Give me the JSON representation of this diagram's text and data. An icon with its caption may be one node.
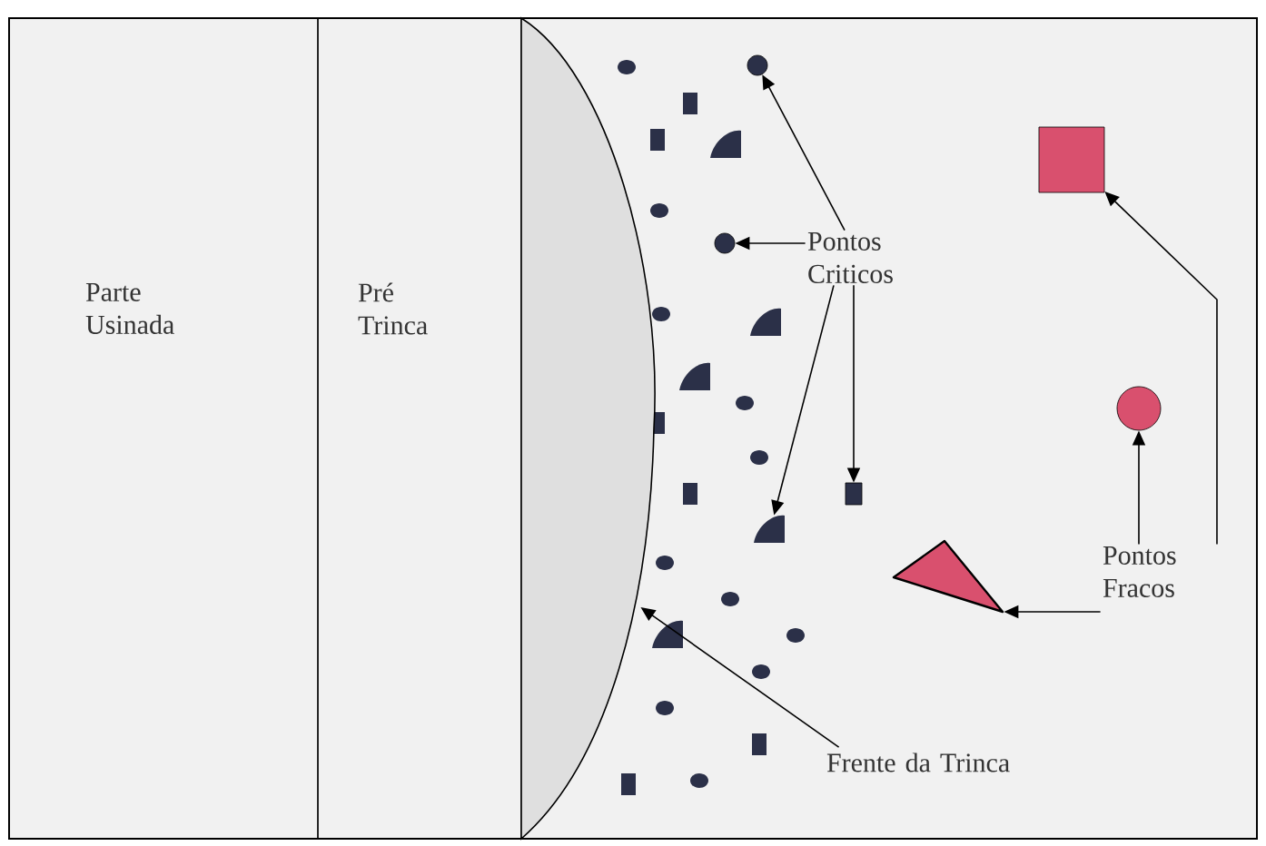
{
  "diagram": {
    "nodes": [
      {
        "text": [
          "Parte Usinada"
        ]
      },
      {
        "text": [
          "Pré Trinca"
        ]
      },
      {
        "text": [],
        "shape": "curve"
      },
      {
        "text": [
          "Pontos Criticos"
        ]
      },
      {
        "text": [],
        "shape": "circle"
      },
      {
        "text": [],
        "shape": "circle"
      },
      {
        "text": [],
        "shape": "box"
      },
      {
        "text": [],
        "shape": "sector"
      },
      {
        "text": [],
        "shape": "box"
      },
      {
        "text": [],
        "shape": "circle"
      },
      {
        "text": [
          "Pontos Fracos"
        ]
      },
      {
        "text": [],
        "shape": "triangle"
      },
      {
        "text": [
          "Frente da Trinca"
        ]
      },
      {
        "text": [],
        "shape": "sector"
      },
      {
        "text": [],
        "shape": "sector"
      },
      {
        "text": [],
        "shape": "sector"
      },
      {
        "text": [],
        "shape": "sector"
      }
    ],
    "edges": [
      {
        "from": 3,
        "to": 4,
        "arrow": "to"
      },
      {
        "from": 3,
        "to": 5,
        "arrow": "to"
      },
      {
        "from": 3,
        "to": 7,
        "arrow": "to"
      },
      {
        "from": 3,
        "to": 6,
        "arrow": "to"
      },
      {
        "from": 10,
        "to": 8,
        "arrow": "to"
      },
      {
        "from": 10,
        "to": 9,
        "arrow": "to"
      },
      {
        "from": 10,
        "to": 11,
        "arrow": "to"
      },
      {
        "from": 12,
        "to": 2,
        "arrow": "to"
      }
    ]
  }
}
